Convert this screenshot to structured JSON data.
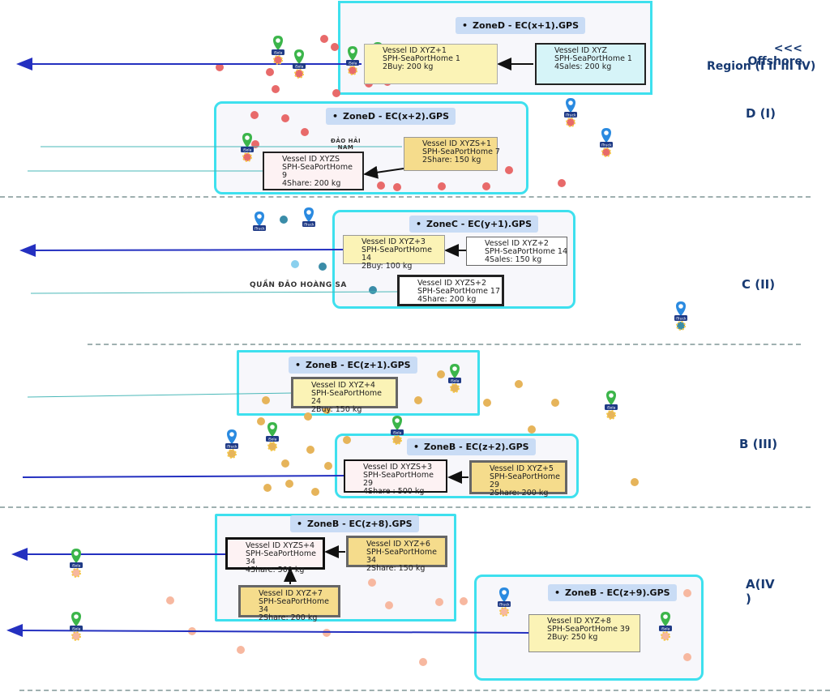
{
  "header": {
    "offshore_line1": "<<< Offshore",
    "offshore_line2": "Region (I II III IV)"
  },
  "regions": {
    "d": "D (I)",
    "c": "C (II)",
    "b": "B (III)",
    "a_line1": "A(IV",
    "a_line2": ")"
  },
  "places": {
    "dao_hai_nam_1": "ĐẢO HẢI",
    "dao_hai_nam_2": "NAM",
    "hoang_sa": "QUẦN ĐẢO HOÀNG SA"
  },
  "zones": {
    "d1": "ZoneD - EC(x+1).GPS",
    "d2": "ZoneD - EC(x+2).GPS",
    "c1": "ZoneC - EC(y+1).GPS",
    "b1": "ZoneB - EC(z+1).GPS",
    "b2": "ZoneB - EC(z+2).GPS",
    "b8": "ZoneB - EC(z+8).GPS",
    "b9": "ZoneB - EC(z+9).GPS"
  },
  "cards": {
    "d1_a": [
      "Vessel ID XYZ+1",
      "SPH-SeaPortHome 1",
      "2Buy: 200 kg"
    ],
    "d1_b": [
      "Vessel ID XYZ",
      "SPH-SeaPortHome 1",
      "4Sales: 200 kg"
    ],
    "d2_a": [
      "Vessel ID XYZS+1",
      "SPH-SeaPortHome 7",
      "2Share: 150 kg"
    ],
    "d2_b": [
      "Vessel ID XYZS",
      "SPH-SeaPortHome",
      "9",
      "4Share: 200 kg"
    ],
    "c1_a": [
      "Vessel ID XYZ+3",
      "SPH-SeaPortHome",
      "14",
      "2Buy: 100 kg"
    ],
    "c1_b": [
      "Vessel ID XYZ+2",
      "SPH-SeaPortHome 14",
      "4Sales: 150 kg"
    ],
    "c1_c": [
      "Vessel ID XYZS+2",
      "SPH-SeaPortHome 17",
      "4Share: 200 kg"
    ],
    "b1_a": [
      "Vessel ID XYZ+4",
      "SPH-SeaPortHome",
      "24",
      "2Buy: 150 kg"
    ],
    "b2_a": [
      "Vessel ID XYZS+3",
      "SPH-SeaPortHome",
      "29",
      "4Share : 500 kg"
    ],
    "b2_b": [
      "Vessel ID XYZ+5",
      "SPH-SeaPortHome",
      "29",
      "2Share: 200 kg"
    ],
    "b8_a": [
      "Vessel ID XYZS+4",
      "SPH-SeaPortHome",
      "34",
      "4Share: 500 kg"
    ],
    "b8_b": [
      "Vessel ID XYZ+6",
      "SPH-SeaPortHome",
      "34",
      "2Share: 150 kg"
    ],
    "b8_c": [
      "Vessel ID XYZ+7",
      "SPH-SeaPortHome",
      "34",
      "2Share: 200 kg"
    ],
    "b9_a": [
      "Vessel ID XYZ+8",
      "SPH-SeaPortHome 39",
      "2Buy: 250 kg"
    ]
  },
  "marker_labels": {
    "isola": "iSola",
    "itruck": "iTruck"
  },
  "colors": {
    "zone_border": "#3ee0ee",
    "region_text": "#183a72",
    "arrow_blue": "#2430c0",
    "dot_red": "#e86a6a",
    "dot_teal": "#3a8ca8",
    "dot_gold": "#e6b45a",
    "dot_salmon": "#f7b8a0",
    "pin_green": "#3bb54a",
    "pin_blue": "#2a8ae0"
  }
}
